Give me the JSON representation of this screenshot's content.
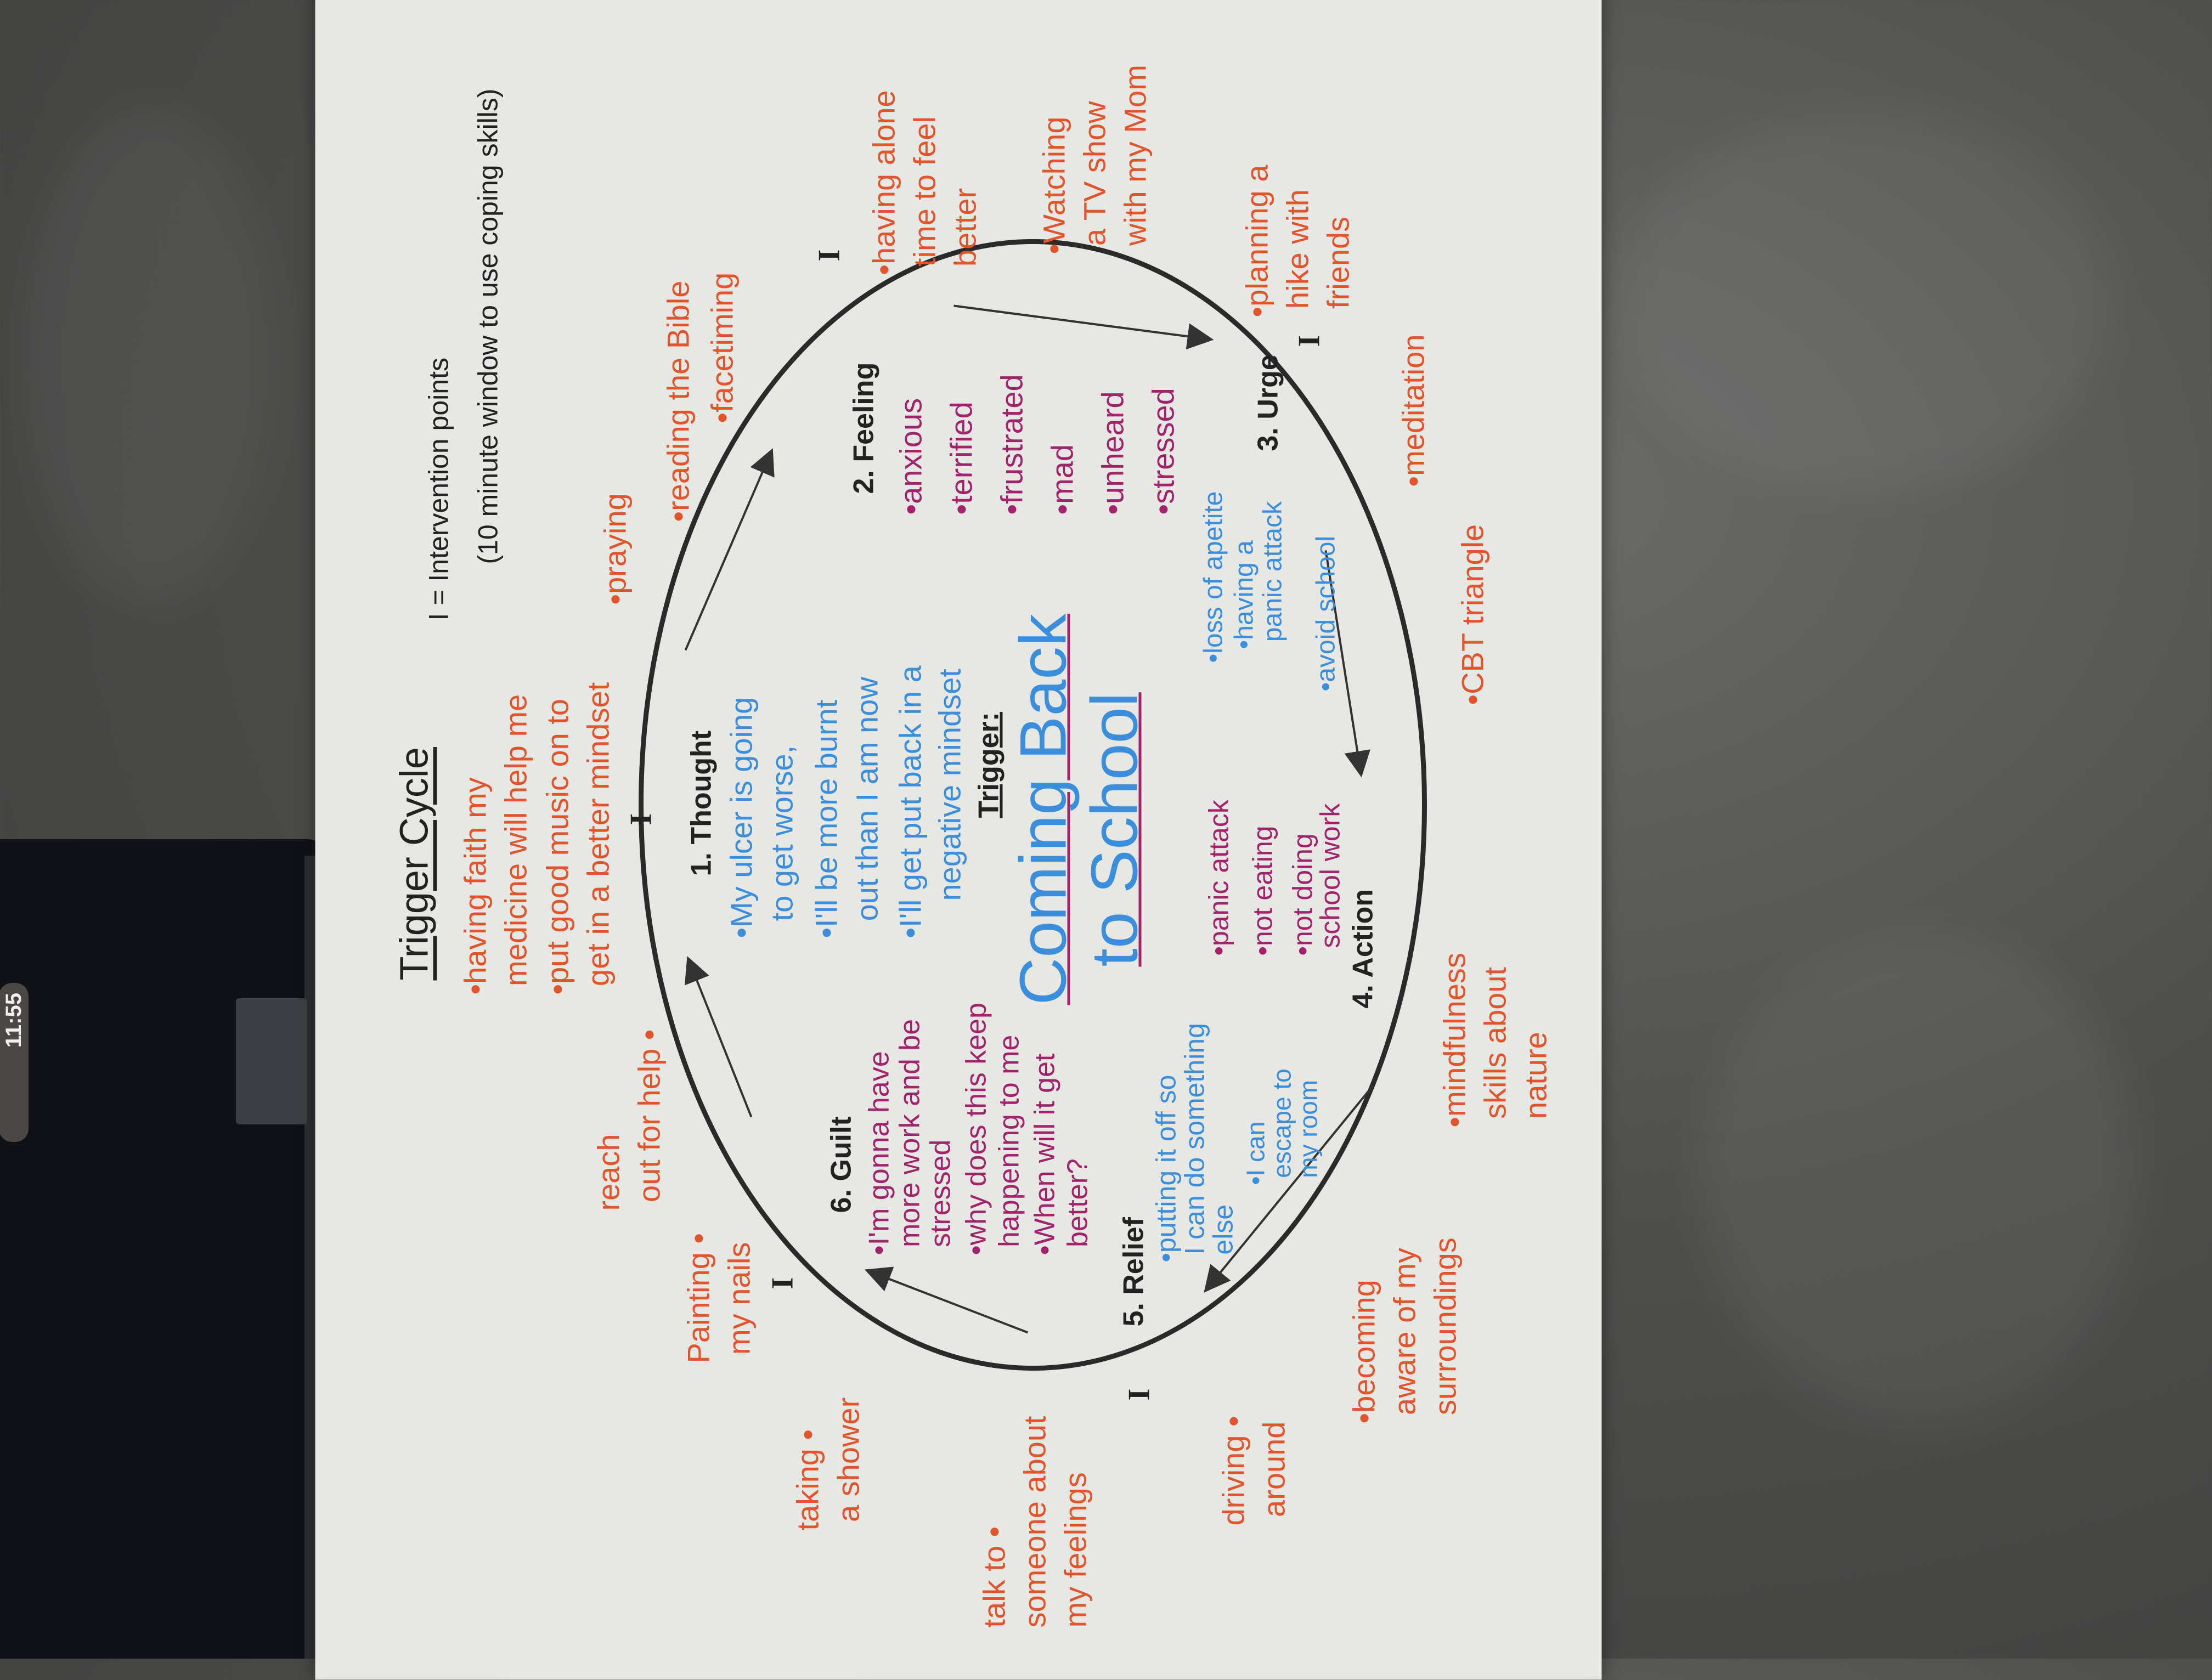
{
  "device": {
    "clock": "11:55"
  },
  "worksheet": {
    "title": "Trigger Cycle",
    "legend_key": "I = Intervention points",
    "legend_note": "(10 minute window to use coping skills)",
    "intervention_mark": "I",
    "trigger_label": "Trigger:",
    "trigger_value_line1": "Coming Back",
    "trigger_value_line2": "to School",
    "stages": [
      {
        "label": "1. Thought",
        "items": [
          "•My ulcer is going\n  to get worse,",
          "•I'll be more burnt\n  out than I am now",
          "•I'll get put back in a"
        ],
        "extra": "negative mindset"
      },
      {
        "label": "2. Feeling",
        "items": [
          "•anxious",
          "•terrified",
          "•frustrated",
          "•mad",
          "•unheard",
          "•stressed"
        ]
      },
      {
        "label": "3. Urge",
        "items": [
          "•loss of apetite",
          "•having a\n panic attack",
          "•avoid school"
        ]
      },
      {
        "label": "4. Action",
        "items": [
          "•panic attack",
          "•not eating",
          "•not doing\n school work"
        ]
      },
      {
        "label": "5. Relief",
        "items": [
          "•putting it off so\n I can do something\n else",
          "•I can\n escape to\n my room"
        ]
      },
      {
        "label": "6. Guilt",
        "items": [
          "•I'm gonna have\n more work and be\n stressed",
          "•why does this keep\n happening to me",
          "•When will it get\n better?"
        ]
      }
    ],
    "coping_skills": [
      "•having faith my\n medicine will help me",
      "•put good music on to\n get in a better mindset",
      "•praying",
      "•reading the Bible",
      "•facetiming",
      "•having alone\n time to feel\n better",
      "•Watching\n a TV show\n with my Mom",
      "•planning a\n hike with\n friends",
      "•meditation",
      "•CBT triangle",
      "•mindfulness\n skills about\n nature",
      "•becoming\n aware of my\n surroundings",
      "driving •\n around",
      "talk to •\nsomeone about\nmy feelings",
      "taking •\n a shower",
      "Painting •\n my nails",
      "reach\n out for help •"
    ],
    "colors": {
      "thought_ink": "#3b8edb",
      "feeling_ink": "#a1236c",
      "coping_ink": "#e2542b",
      "paper": "#e7e7e4"
    }
  }
}
